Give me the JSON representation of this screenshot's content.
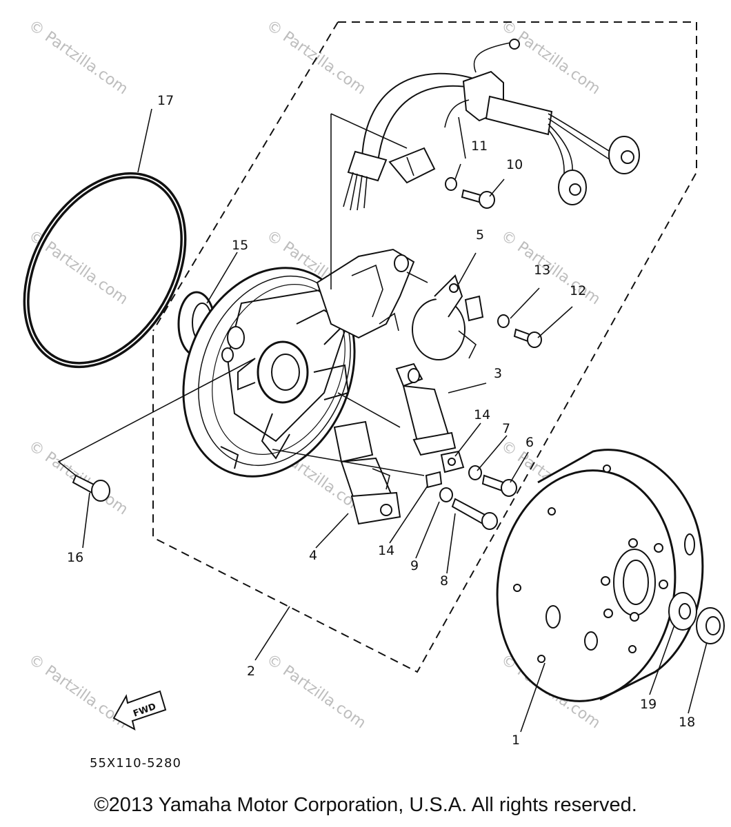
{
  "diagram": {
    "callouts": [
      "1",
      "2",
      "3",
      "4",
      "5",
      "6",
      "7",
      "8",
      "9",
      "10",
      "11",
      "12",
      "13",
      "14",
      "14",
      "15",
      "16",
      "17",
      "18",
      "19"
    ],
    "diagram_code": "55X110-5280",
    "fwd_label": "FWD",
    "watermark": "© Partzilla.com"
  },
  "footer": {
    "copyright": "©2013  Yamaha Motor Corporation, U.S.A. All rights reserved."
  }
}
